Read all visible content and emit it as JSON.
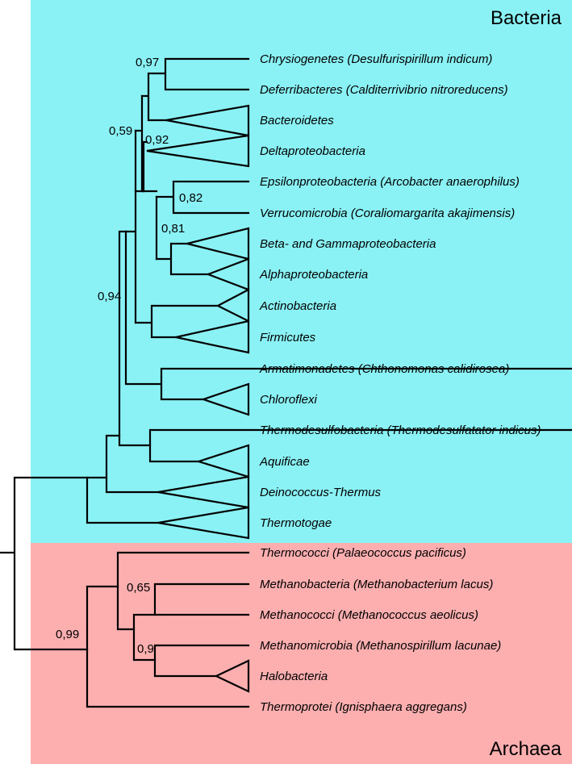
{
  "domains": {
    "bacteria": {
      "label": "Bacteria",
      "color": "#8af2f5"
    },
    "archaea": {
      "label": "Archaea",
      "color": "#fdaeae"
    }
  },
  "taxa": [
    "Chrysiogenetes (Desulfurispirillum indicum)",
    "Deferribacteres (Calditerrivibrio nitroreducens)",
    "Bacteroidetes",
    "Deltaproteobacteria",
    "Epsilonproteobacteria (Arcobacter anaerophilus)",
    "Verrucomicrobia (Coraliomargarita akajimensis)",
    "Beta- and Gammaproteobacteria",
    "Alphaproteobacteria",
    "Actinobacteria",
    "Firmicutes",
    "Armatimonadetes (Chthonomonas calidirosea)",
    "Chloroflexi",
    "Thermodesulfobacteria (Thermodesulfatator indicus)",
    "Aquificae",
    "Deinococcus-Thermus",
    "Thermotogae",
    "Thermococci (Palaeococcus pacificus)",
    "Methanobacteria (Methanobacterium lacus)",
    "Methanococci (Methanococcus aeolicus)",
    "Methanomicrobia (Methanospirillum lacunae)",
    "Halobacteria",
    "Thermoprotei (Ignisphaera aggregans)"
  ],
  "support_values": [
    "0,97",
    "0,59",
    "0,92",
    "0,82",
    "0,81",
    "0,94",
    "0,65",
    "0,9",
    "0,99"
  ]
}
